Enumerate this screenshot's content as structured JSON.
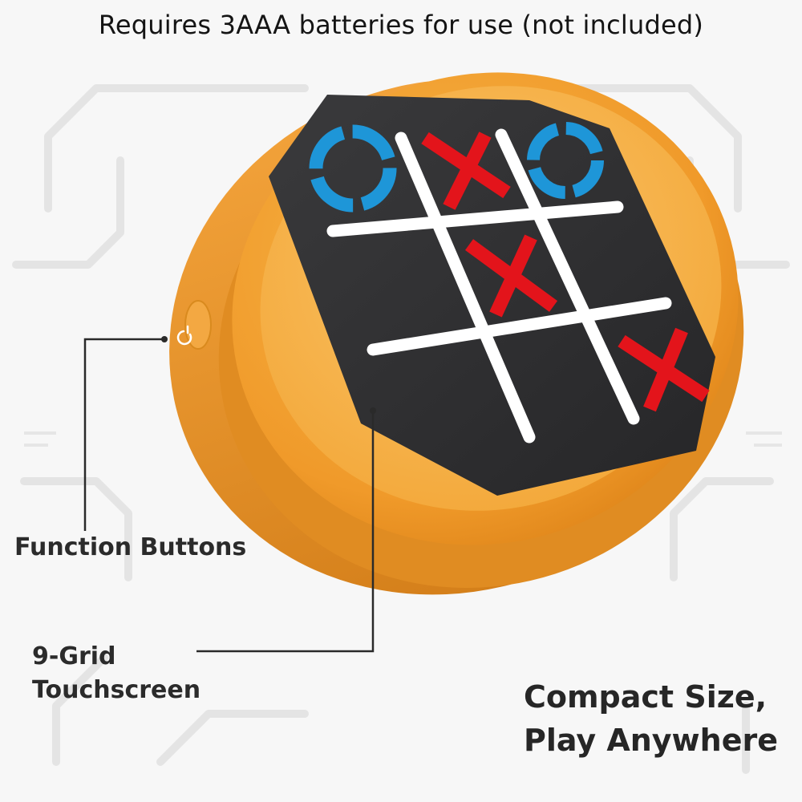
{
  "header": {
    "notice": "Requires 3AAA batteries for use (not included)"
  },
  "callouts": {
    "function_buttons": "Function Buttons",
    "touchscreen_line1": "9-Grid",
    "touchscreen_line2": "Touchscreen"
  },
  "tagline": {
    "line1": "Compact Size,",
    "line2": "Play Anywhere"
  },
  "board": {
    "cells": [
      "O",
      "X",
      "O",
      "",
      "X",
      "",
      "",
      "",
      "X"
    ]
  },
  "colors": {
    "device_body": "#f2a030",
    "screen": "#2d2d2f",
    "grid_lines": "#ffffff",
    "x_mark": "#e3141b",
    "o_mark": "#1e96d8",
    "background": "#f7f7f7"
  },
  "icons": {
    "power_button": "power-icon"
  }
}
